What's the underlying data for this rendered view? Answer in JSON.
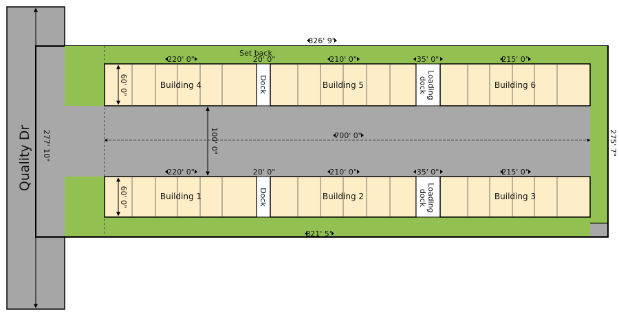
{
  "road": {
    "name": "Quality Dr"
  },
  "setback_label": "Set back",
  "dock_label": "Dock",
  "loading_dock_lines": [
    "Loading",
    "dock"
  ],
  "buildings": {
    "b1": "Building 1",
    "b2": "Building 2",
    "b3": "Building 3",
    "b4": "Building 4",
    "b5": "Building 5",
    "b6": "Building 6"
  },
  "dimensions": {
    "site_top_width": "826' 9\"",
    "site_bottom_width": "821' 5\"",
    "site_left_depth": "277' 10\"",
    "site_right_depth": "275' 7\"",
    "drive_length": "700' 0\"",
    "drive_width": "100' 0\"",
    "bldg_depth_top": "60' 0\"",
    "bldg_depth_bottom": "60' 0\"",
    "top_b4_width": "220' 0\"",
    "top_dock_width": "20' 0\"",
    "top_b5_width": "210' 0\"",
    "top_loading_width": "35' 0\"",
    "top_b6_width": "215' 0\"",
    "bot_b1_width": "220' 0\"",
    "bot_dock_width": "20' 0\"",
    "bot_b2_width": "210' 0\"",
    "bot_loading_width": "35' 0\"",
    "bot_b3_width": "215' 0\""
  },
  "colors": {
    "road": "#a6a6a6",
    "pavement": "#a8a8a8",
    "grass": "#92c152",
    "building": "#fdeec7",
    "outline": "#000000"
  }
}
